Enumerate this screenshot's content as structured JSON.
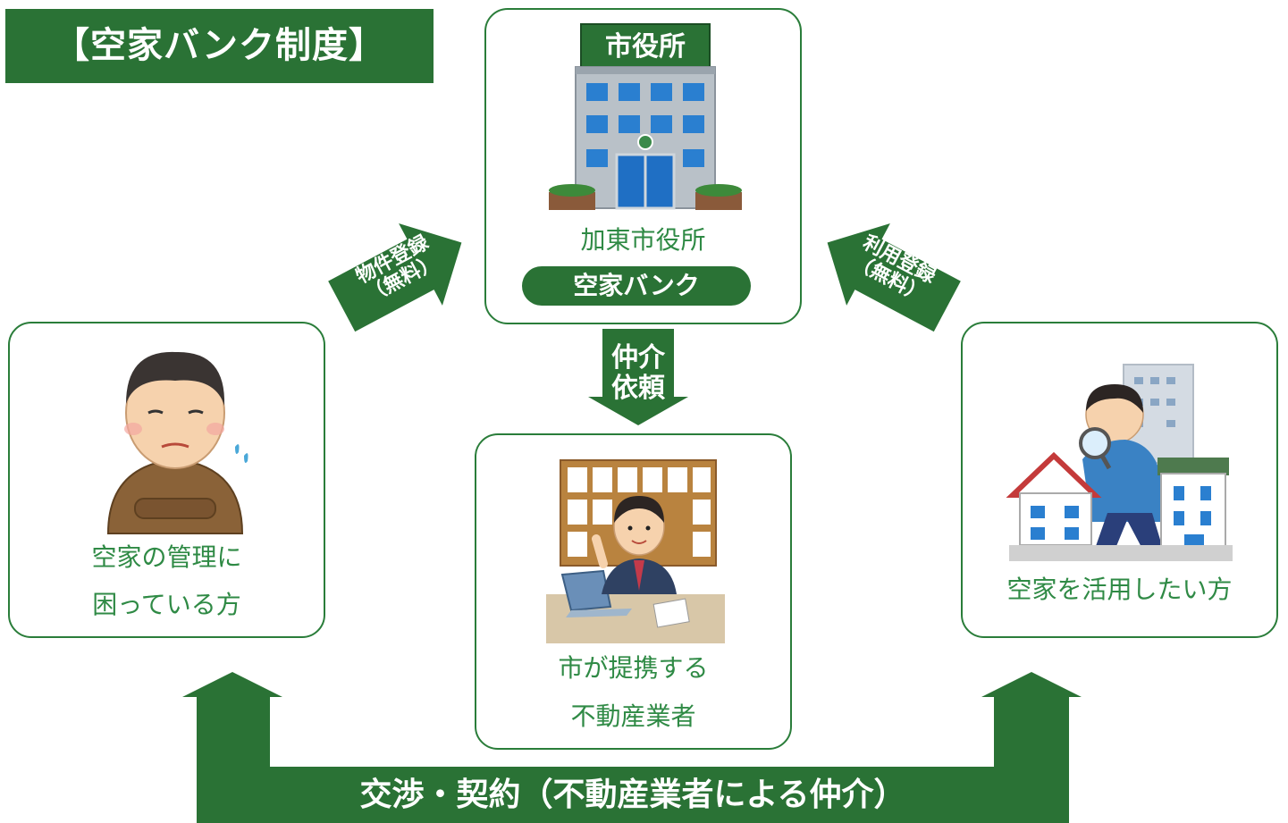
{
  "title": "【空家バンク制度】",
  "city_hall": {
    "sign": "市役所",
    "name": "加東市役所",
    "badge": "空家バンク"
  },
  "owner": {
    "line1": "空家の管理に",
    "line2": "困っている方"
  },
  "agent": {
    "line1": "市が提携する",
    "line2": "不動産業者"
  },
  "user": {
    "line1": "空家を活用したい方"
  },
  "arrows": {
    "register_property": {
      "line1": "物件登録",
      "line2": "（無料）"
    },
    "register_use": {
      "line1": "利用登録",
      "line2": "（無料）"
    },
    "mediation": {
      "line1": "仲介",
      "line2": "依頼"
    }
  },
  "bottom_bar": "交渉・契約（不動産業者による仲介）",
  "colors": {
    "primary_green": "#2a7235",
    "text_green": "#2f8a45",
    "border_green": "#2a7d3a"
  }
}
